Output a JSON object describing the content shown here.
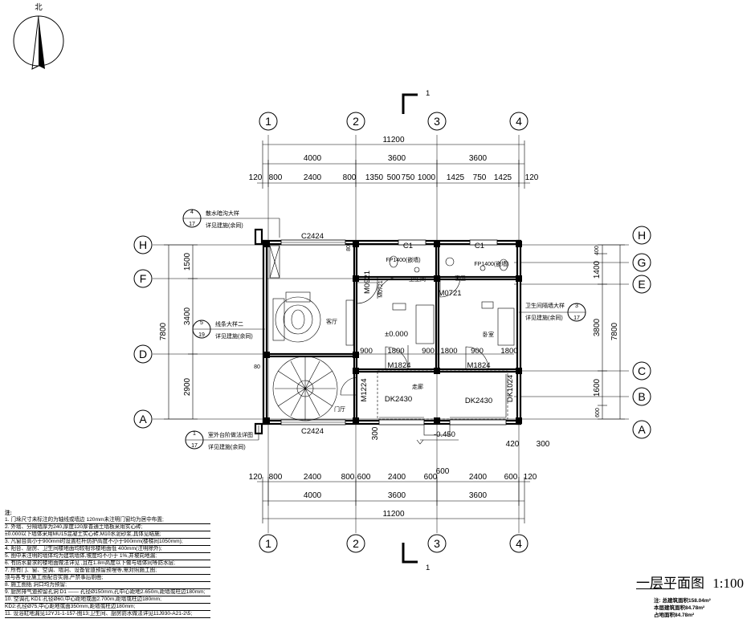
{
  "north_label": "北",
  "section_mark": "1",
  "axes_vertical": [
    "1",
    "2",
    "3",
    "4"
  ],
  "axes_horizontal": [
    "H",
    "G",
    "F",
    "E",
    "D",
    "C",
    "B",
    "A"
  ],
  "dims_top": {
    "overall": "11200",
    "bays": [
      "4000",
      "3600",
      "3600"
    ],
    "detail": [
      "120",
      "800",
      "2400",
      "800",
      "1350",
      "500",
      "750",
      "1000",
      "1425",
      "750",
      "1425",
      "120"
    ]
  },
  "dims_bottom": {
    "overall": "11200",
    "bays": [
      "4000",
      "3600",
      "3600"
    ],
    "detail": [
      "120",
      "800",
      "2400",
      "800",
      "600",
      "2400",
      "600",
      "2400",
      "600",
      "120"
    ],
    "extra": [
      "600",
      "300",
      "420",
      "300"
    ]
  },
  "dims_left": {
    "overall": "7800",
    "parts": [
      "1500",
      "3400",
      "2900"
    ],
    "extra": [
      "80",
      "80"
    ]
  },
  "dims_right": {
    "overall": "7800",
    "parts": [
      "400",
      "1400",
      "3800",
      "1600",
      "600"
    ]
  },
  "doors_windows": {
    "c2424_top": "C2424",
    "c2424_bottom": "C2424",
    "c1_left": "C1",
    "c1_right": "C1",
    "m0921": "M0921",
    "m0721_a": "M0721",
    "m0721_b": "M0721",
    "m1824_a": "M1824",
    "m1824_b": "M1824",
    "m1224": "M1224",
    "dk1024": "DK1024",
    "dk2430_a": "DK2430",
    "dk2430_b": "DK2430",
    "fp1400_a": "FP1400(嵌墙)",
    "fp1400_b": "FP1400(嵌墙)"
  },
  "rooms": {
    "living": "客厅",
    "bath1": "卫生间",
    "bath2": "客卫",
    "bedroom": "卧室",
    "corridor": "走廊",
    "hall": "门厅"
  },
  "levels": {
    "floor": "±0.000",
    "outdoor": "-0.450",
    "mid": "-0.450"
  },
  "inner_dims": [
    "900",
    "1800",
    "900",
    "1800",
    "900",
    "1800"
  ],
  "detail_refs": [
    {
      "num": "4",
      "sheet": "17",
      "title": "散水暗沟大样",
      "sub": "详见建施(余同)"
    },
    {
      "num": "5",
      "sheet": "19",
      "title": "线条大样二",
      "sub": "详见建施(余同)"
    },
    {
      "num": "3",
      "sheet": "17",
      "title": "卫生间隔墙大样",
      "sub": "详见建施(余同)"
    },
    {
      "num": "1",
      "sheet": "17",
      "title": "室外台阶做法详图",
      "sub": "详见建施(余同)"
    }
  ],
  "notes": [
    "注:",
    "1. 门垛尺寸未标注的为轴线或墙边  120mm未注明门窗均为居中布置;",
    "2. 外墙、分隔墙厚为240,厚度120厚普通土墙板采用实心砖;",
    "   ±0.000以下墙体采用MU15混凝土实心砖,M10水泥砂浆,具体见结施;",
    "3. 凡窗台高小于900mm时设置栏杆防护高度不小于900mm(楼梯间1050mm);",
    "4. 阳台、厨房、卫生间楼地面均较相邻楼地面低  400mm(注明除外);",
    "5. 图中未注明的墙体均为建筑墙体,坡度均不小于  1%,并坡向地漏;",
    "6. 有防水要求的楼地面做法详见 ,且在1.8m高度以下做与墙体同等防水层;",
    "7. 所有门、窗、空调、墙洞、设备管道预留预埋等,需对照施工图;",
    "   须与各专业施工图配合实施,严禁事后剔凿;",
    "8. 施工图纸  洞口均为预留;",
    "9. 厨房排气道预留孔洞:D1 —— 孔径Ø150mm,孔中心距地2.650m,距墙或柱边180mm;",
    "10. 空调孔 KD1:孔径Ø60,中心距地或面2.700m,距墙或柱边180mm;",
    "       KD2:孔径Ø75,中心距地或面350mm,距墙或柱边180mm;",
    "11. 设浴缸地漏见12YJ1-1-157-图13;卫生间、厨房防水做法详见11J930-A21-2\\5;"
  ],
  "title": {
    "name": "一层平面图",
    "scale": "1:100",
    "stats": [
      "注: 总建筑面积158.04m²",
      "本层建筑面积84.78m²",
      "占地面积84.78m²"
    ]
  }
}
